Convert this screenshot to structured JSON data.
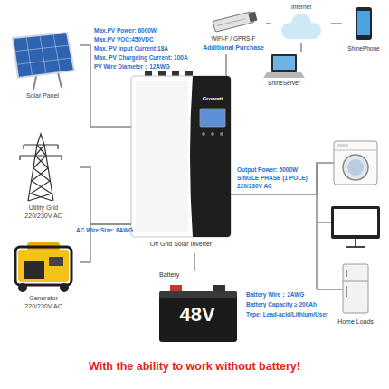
{
  "diagram": {
    "caption": "With the ability to work without battery!",
    "nodes": [
      {
        "text": [
          "WiFi-F / GPRS-F",
          "Additional Purchase"
        ]
      },
      {
        "text": [
          "Internet"
        ]
      },
      {
        "text": [
          "ShinePhone"
        ]
      },
      {
        "text": [
          "Solar Panel"
        ]
      },
      {
        "text": [
          "ShineServer"
        ]
      },
      {
        "text": [
          "Growatt",
          "Off Grid Solar Inverter"
        ]
      },
      {
        "text": [
          "Utility Grid",
          "220/230V AC"
        ]
      },
      {
        "text": [
          "Generator",
          "220/230V AC"
        ]
      },
      {
        "text": [
          "Battery",
          "48V"
        ]
      },
      {
        "text": [
          "Home Loads"
        ]
      }
    ],
    "edges": [
      {
        "from": 3,
        "to": 5,
        "arrow": "none"
      },
      {
        "from": 6,
        "to": 5,
        "arrow": "none"
      },
      {
        "from": 7,
        "to": 5,
        "arrow": "none"
      },
      {
        "from": 5,
        "to": 0,
        "arrow": "none"
      },
      {
        "from": 0,
        "to": 1,
        "arrow": "none"
      },
      {
        "from": 1,
        "to": 2,
        "arrow": "none"
      },
      {
        "from": 1,
        "to": 4,
        "arrow": "none"
      },
      {
        "from": 5,
        "to": 9,
        "arrow": "none"
      },
      {
        "from": 5,
        "to": 8,
        "arrow": "none"
      }
    ],
    "labels": [
      "Max.PV Power: 6000W",
      "Max.PV VOC:450VDC",
      "Max. PV Input Current:18A",
      "Max. PV Chargeing Current: 100A",
      "PV Wire Diameter：12AWG",
      "AC Wire Size: 8AWG",
      "Output Power: 5000W",
      "SINGLE PHASE (1 POLE)",
      "220/230V AC",
      "Battery Wire：2AWG",
      "Battery Capacity ≥ 200Ah",
      "Type: Lead-acid/Lithium/User"
    ]
  }
}
